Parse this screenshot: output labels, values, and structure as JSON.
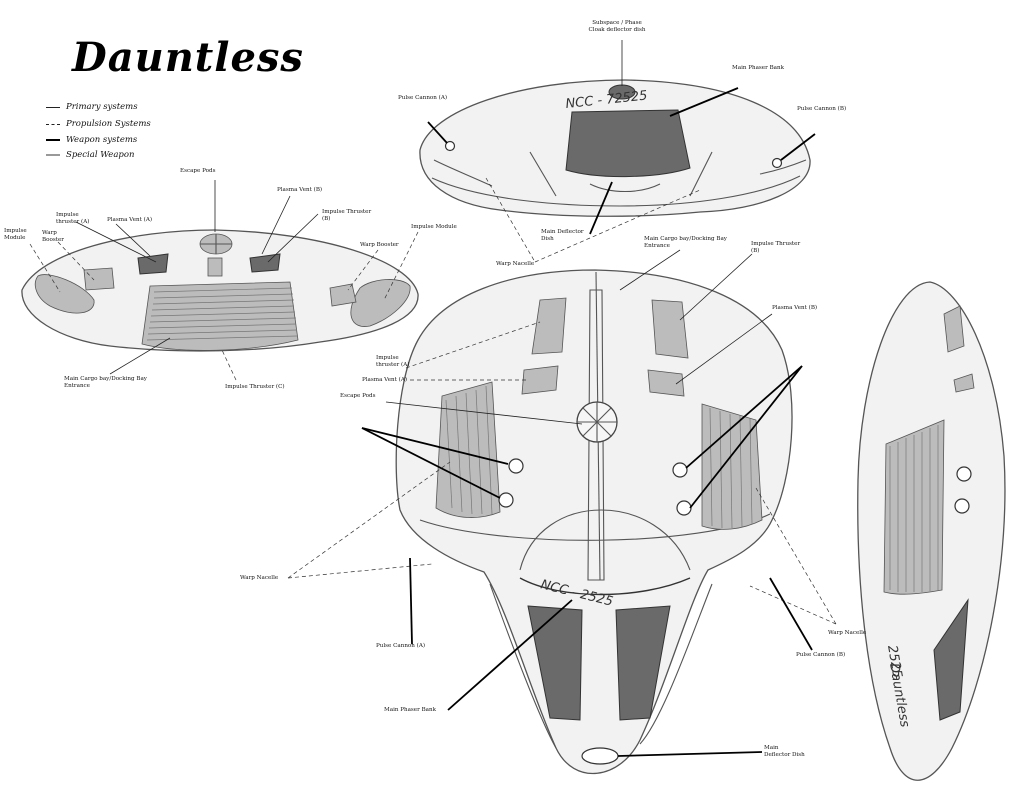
{
  "title": "Dauntless",
  "legend": [
    {
      "key": "primary",
      "label": "Primary systems"
    },
    {
      "key": "propulsion",
      "label": "Propulsion Systems"
    },
    {
      "key": "weapon",
      "label": "Weapon systems"
    },
    {
      "key": "special",
      "label": "Special Weapon"
    }
  ],
  "hull_markings": {
    "top_registry": "NCC - 72525",
    "bottom_registry": "NCC - 2525",
    "side_registry": "2525",
    "side_name": "Dauntless"
  },
  "labels": {
    "subspace_phase_cloak": "Subspace / Phase Cloak deflector dish",
    "main_phaser_bank_top": "Main Phaser Bank",
    "pulse_cannon_a_top": "Pulse Cannon (A)",
    "pulse_cannon_b_top": "Pulse Cannon (B)",
    "main_deflector_dish_top": "Main Deflector Dish",
    "warp_nacelle_top": "Warp Nacelle",
    "escape_pods_side": "Escape Pods",
    "plasma_vent_b_side": "Plasma Vent (B)",
    "impulse_thruster_a_side": "Impulse thruster (A)",
    "plasma_vent_a_side": "Plasma Vent (A)",
    "impulse_thruster_b_side": "Impulse Thruster (B)",
    "impulse_module_left": "Impulse Module",
    "warp_booster_left": "Warp Booster",
    "warp_booster_right": "Warp Booster",
    "impulse_module_right": "Impulse Module",
    "main_cargo_bay_side": "Main Cargo bay/Docking Bay Entrance",
    "impulse_thruster_c": "Impulse Thruster (C)",
    "main_cargo_bay_plan": "Main Cargo bay/Docking Bay Entrance",
    "impulse_thruster_b_plan": "Impulse Thruster (B)",
    "plasma_vent_b_plan": "Plasma Vent (B)",
    "impulse_thruster_a_plan": "Impulse thruster (A)",
    "plasma_vent_a_plan": "Plasma Vent (A)",
    "escape_pods_plan": "Escape Pods",
    "warp_nacelle_left": "Warp Nacelle",
    "pulse_cannon_a_plan": "Pulse Cannon (A)",
    "main_phaser_bank_plan": "Main Phaser Bank",
    "main_deflector_dish_plan": "Main Deflector Dish",
    "warp_nacelle_right": "Warp Nacelle",
    "pulse_cannon_b_plan": "Pulse Cannon (B)"
  }
}
